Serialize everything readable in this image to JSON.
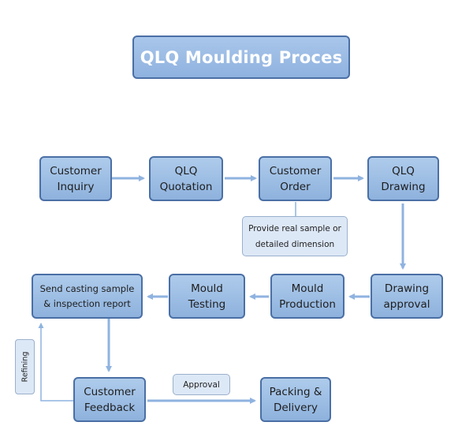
{
  "title": "QLQ Moulding Proces",
  "nodes": {
    "customer_inquiry": "Customer\nInquiry",
    "qlq_quotation": "QLQ\nQuotation",
    "customer_order": "Customer\nOrder",
    "qlq_drawing": "QLQ\nDrawing",
    "drawing_approval": "Drawing\napproval",
    "mould_production": "Mould\nProduction",
    "mould_testing": "Mould\nTesting",
    "send_casting_sample": "Send casting sample\n& inspection report",
    "customer_feedback": "Customer\nFeedback",
    "packing_delivery": "Packing &\nDelivery"
  },
  "notes": {
    "provide_sample": "Provide real sample or\ndetailed dimension",
    "approval": "Approval",
    "refining": "Refining"
  },
  "colors": {
    "box_fill": "#9fbfe6",
    "box_border": "#4a6fa5",
    "arrow": "#8fb3e0",
    "note_fill": "#dde8f6"
  }
}
